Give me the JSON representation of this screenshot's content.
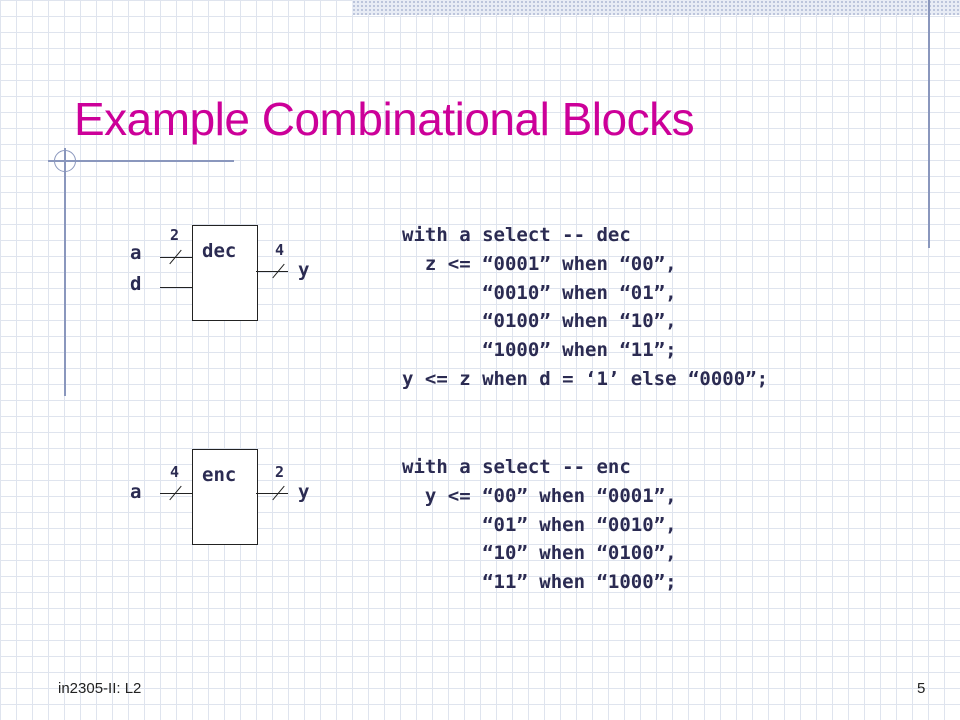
{
  "slide": {
    "title": "Example Combinational Blocks",
    "footer_left": "in2305-II: L2",
    "page_number": "5"
  },
  "decoder": {
    "block_label": "dec",
    "input_a": "a",
    "input_d": "d",
    "output_y": "y",
    "width_in": "2",
    "width_out": "4",
    "code": [
      "with a select -- dec",
      "  z <= “0001” when “00”,",
      "       “0010” when “01”,",
      "       “0100” when “10”,",
      "       “1000” when “11”;",
      "y <= z when d = ‘1’ else “0000”;"
    ]
  },
  "encoder": {
    "block_label": "enc",
    "input_a": "a",
    "output_y": "y",
    "width_in": "4",
    "width_out": "2",
    "code": [
      "with a select -- enc",
      "  y <= “00” when “0001”,",
      "       “01” when “0010”,",
      "       “10” when “0100”,",
      "       “11” when “1000”;"
    ]
  }
}
